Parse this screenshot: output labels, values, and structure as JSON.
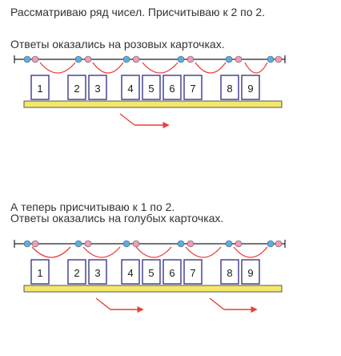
{
  "section1": {
    "line1": "Рассматриваю ряд чисел. Присчитываю к 2 по 2.",
    "line2": "Ответы оказались на розовых карточках."
  },
  "section2": {
    "line1": "А теперь присчитываю к 1 по 2.",
    "line2": "Ответы оказались на голубых карточках."
  },
  "cards": [
    "1",
    "2",
    "3",
    "4",
    "5",
    "6",
    "7",
    "8",
    "9"
  ],
  "colors": {
    "text": "#333333",
    "arrow": "#e8413c",
    "bead_blue": "#5aaee8",
    "bead_pink": "#f09bb8",
    "bar": "#f4e86c",
    "card_border": "#3a3a8c",
    "card_number": "#1a1a1a"
  }
}
